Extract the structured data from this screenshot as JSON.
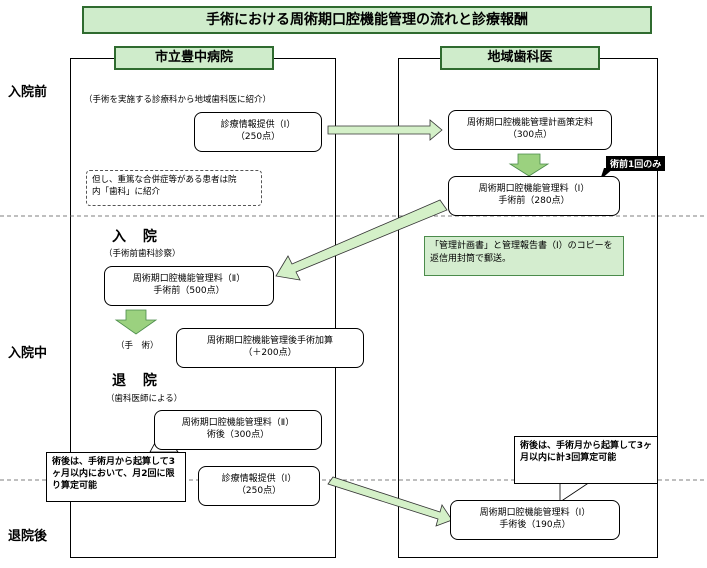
{
  "title": "手術における周術期口腔機能管理の流れと診療報酬",
  "columns": {
    "hospital": "市立豊中病院",
    "dental": "地域歯科医"
  },
  "phases": {
    "pre": "入院前",
    "during": "入院中",
    "post": "退院後"
  },
  "hospital": {
    "referral_note": "（手術を実施する診療科から地域歯科医に紹介）",
    "info_provision_1": "診療情報提供（Ⅰ）",
    "info_provision_1_points": "（250点）",
    "caution_note_line1": "但し、重篤な合併症等がある患者は院",
    "caution_note_line2": "内「歯科」に紹介",
    "admission_label": "入 院",
    "pre_op_dental_exam": "（手術前歯科診察）",
    "mgmt_fee_2_pre": "周術期口腔機能管理料（Ⅱ）",
    "mgmt_fee_2_pre_sub": "手術前（500点）",
    "surgery_label": "（手　術）",
    "post_op_addition": "周術期口腔機能管理後手術加算",
    "post_op_addition_points": "（＋200点）",
    "discharge_label": "退 院",
    "by_dentist": "（歯科医師による）",
    "mgmt_fee_2_post": "周術期口腔機能管理料（Ⅱ）",
    "mgmt_fee_2_post_sub": "術後（300点）",
    "info_provision_2": "診療情報提供（Ⅰ）",
    "info_provision_2_points": "（250点）",
    "callout_hospital": "術後は、手術月から起算して3ヶ月以内において、月2回に限り算定可能"
  },
  "dental": {
    "plan_fee": "周術期口腔機能管理計画策定料",
    "plan_fee_points": "（300点）",
    "once_tag": "術前1回のみ",
    "mgmt_fee_1_pre": "周術期口腔機能管理料（Ⅰ）",
    "mgmt_fee_1_pre_sub": "手術前（280点）",
    "return_note": "「管理計画書」と管理報告書（Ⅰ）のコピーを返信用封筒で郵送。",
    "callout_dental": "術後は、手術月から起算して3ヶ月以内に計3回算定可能",
    "mgmt_fee_1_post": "周術期口腔機能管理料（Ⅰ）",
    "mgmt_fee_1_post_sub": "手術後（190点）"
  },
  "colors": {
    "green_fill": "#cfeccb",
    "green_border": "#2f6b2f",
    "arrow_fill": "#d4f0c8"
  }
}
